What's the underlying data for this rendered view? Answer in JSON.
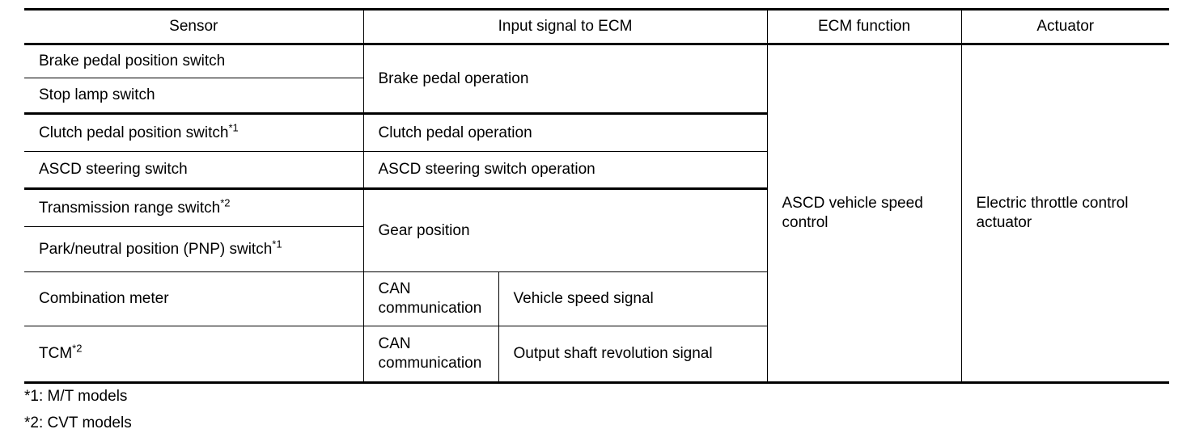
{
  "table": {
    "columns": [
      {
        "id": "sensor",
        "label": "Sensor"
      },
      {
        "id": "input_signal",
        "label": "Input signal to ECM"
      },
      {
        "id": "ecm_function",
        "label": "ECM function"
      },
      {
        "id": "actuator",
        "label": "Actuator"
      }
    ],
    "rows": [
      {
        "sensor": "Brake pedal position switch",
        "sensor_sup": ""
      },
      {
        "sensor": "Stop lamp switch",
        "sensor_sup": ""
      },
      {
        "sensor": "Clutch pedal position switch",
        "sensor_sup": "*1"
      },
      {
        "sensor": "ASCD steering switch",
        "sensor_sup": ""
      },
      {
        "sensor": "Transmission range switch",
        "sensor_sup": "*2"
      },
      {
        "sensor": "Park/neutral position (PNP) switch",
        "sensor_sup": "*1"
      },
      {
        "sensor": "Combination meter",
        "sensor_sup": ""
      },
      {
        "sensor": "TCM",
        "sensor_sup": "*2"
      }
    ],
    "signals": {
      "brake_pedal_operation": "Brake pedal operation",
      "clutch_pedal_operation": "Clutch pedal operation",
      "ascd_steering_switch_operation": "ASCD steering switch operation",
      "gear_position": "Gear position",
      "can_communication_1": "CAN communication",
      "can_communication_2": "CAN communication",
      "vehicle_speed_signal": "Vehicle speed signal",
      "output_shaft_revolution_signal": "Output shaft revolution signal"
    },
    "ecm_function_value": "ASCD vehicle speed control",
    "actuator_value": "Electric throttle control actuator"
  },
  "footnotes": [
    "*1: M/T models",
    "*2: CVT models"
  ],
  "colors": {
    "text": "#000000",
    "rule": "#000000",
    "background": "#ffffff"
  }
}
